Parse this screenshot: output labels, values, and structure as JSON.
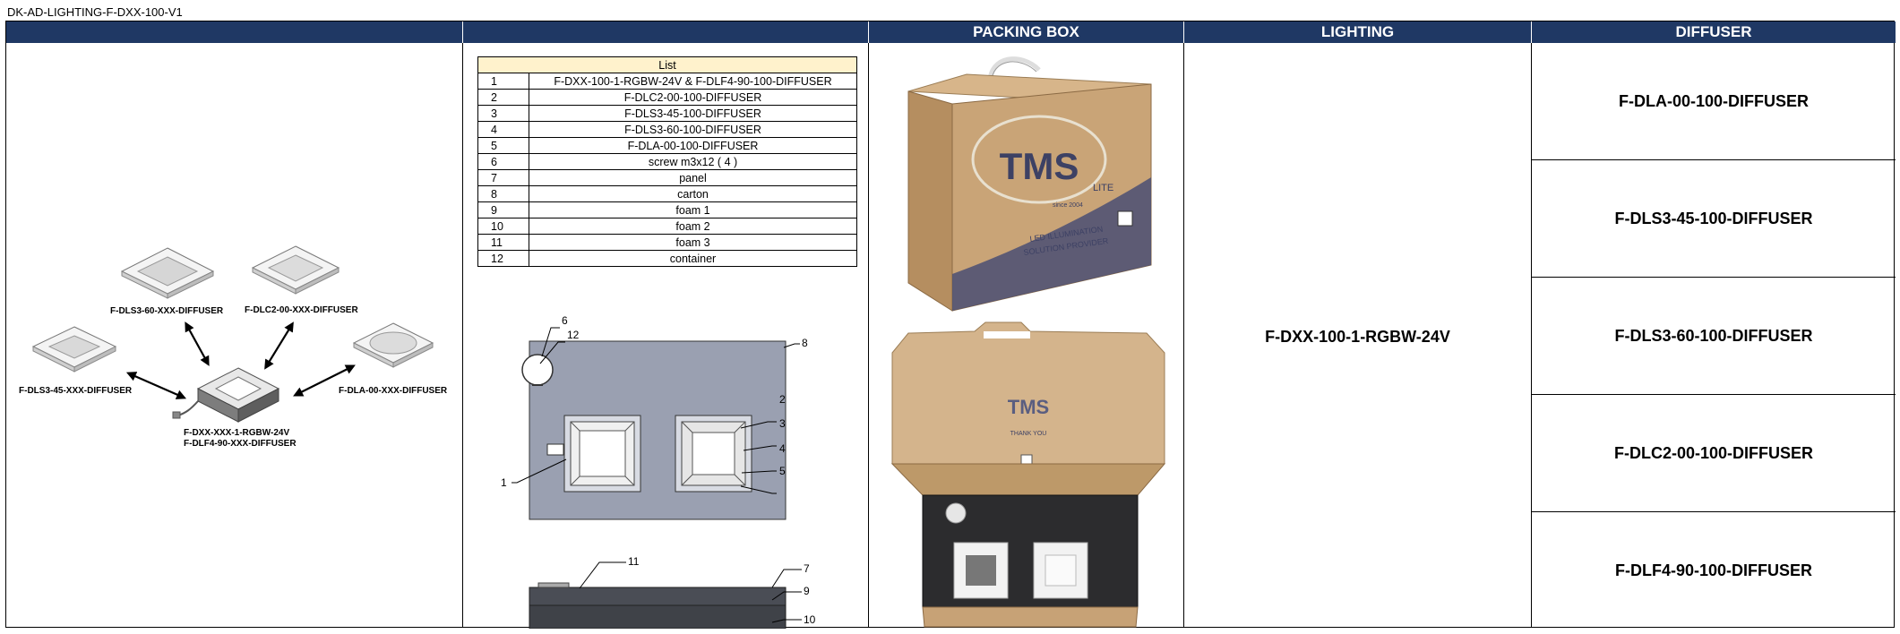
{
  "doc_id": "DK-AD-LIGHTING-F-DXX-100-V1",
  "headers": [
    "",
    "",
    "PACKING BOX",
    "LIGHTING",
    "DIFFUSER"
  ],
  "overview": {
    "labels": {
      "dls3_60": "F-DLS3-60-XXX-DIFFUSER",
      "dlc2": "F-DLC2-00-XXX-DIFFUSER",
      "dls3_45": "F-DLS3-45-XXX-DIFFUSER",
      "dla": "F-DLA-00-XXX-DIFFUSER",
      "center_line1": "F-DXX-XXX-1-RGBW-24V",
      "center_line2": "F-DLF4-90-XXX-DIFFUSER"
    }
  },
  "parts_list": {
    "title": "List",
    "items": [
      {
        "no": "1",
        "name": "F-DXX-100-1-RGBW-24V & F-DLF4-90-100-DIFFUSER"
      },
      {
        "no": "2",
        "name": "F-DLC2-00-100-DIFFUSER"
      },
      {
        "no": "3",
        "name": "F-DLS3-45-100-DIFFUSER"
      },
      {
        "no": "4",
        "name": "F-DLS3-60-100-DIFFUSER"
      },
      {
        "no": "5",
        "name": "F-DLA-00-100-DIFFUSER"
      },
      {
        "no": "6",
        "name": "screw m3x12 ( 4 )"
      },
      {
        "no": "7",
        "name": "panel"
      },
      {
        "no": "8",
        "name": "carton"
      },
      {
        "no": "9",
        "name": "foam 1"
      },
      {
        "no": "10",
        "name": "foam 2"
      },
      {
        "no": "11",
        "name": "foam 3"
      },
      {
        "no": "12",
        "name": "container"
      }
    ]
  },
  "callouts": {
    "top": [
      "6",
      "12",
      "8",
      "2",
      "3",
      "4",
      "5",
      "1"
    ],
    "side": [
      "11",
      "7",
      "9",
      "10"
    ]
  },
  "packing_box": {
    "brand": "TMS",
    "brand_sub": "LITE",
    "tagline_1": "LED ILLUMINATION",
    "tagline_2": "SOLUTION PROVIDER",
    "since": "since 2004",
    "inner_text": "THANK YOU"
  },
  "lighting": {
    "name": "F-DXX-100-1-RGBW-24V"
  },
  "diffusers": [
    "F-DLA-00-100-DIFFUSER",
    "F-DLS3-45-100-DIFFUSER",
    "F-DLS3-60-100-DIFFUSER",
    "F-DLC2-00-100-DIFFUSER",
    "F-DLF4-90-100-DIFFUSER"
  ],
  "colors": {
    "header_bg": "#1f3864",
    "list_head_bg": "#fff2cc",
    "box_kraft": "#c9a477",
    "panel_gray": "#9aa0b1"
  }
}
